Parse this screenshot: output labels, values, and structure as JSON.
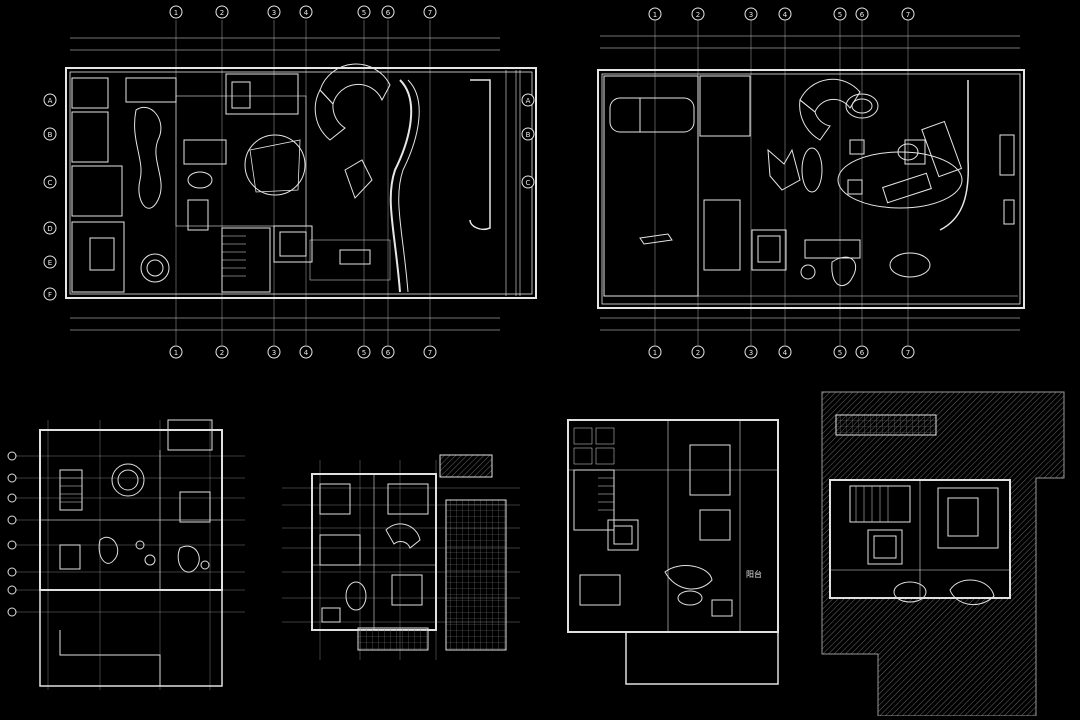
{
  "sheet": {
    "background": "#000000",
    "line_color": "#e8e8e8",
    "hatch_color": "#555555"
  },
  "plans": [
    {
      "id": "plan-a",
      "bubbles_top": [
        "1",
        "2",
        "3",
        "4",
        "5",
        "6",
        "7"
      ],
      "bubbles_bottom": [
        "1",
        "2",
        "3",
        "4",
        "5",
        "6",
        "7"
      ],
      "bubbles_left": [
        "A",
        "B",
        "C",
        "D",
        "E",
        "F"
      ],
      "bubbles_right": [
        "A",
        "B",
        "C"
      ]
    },
    {
      "id": "plan-b",
      "bubbles_top": [
        "1",
        "2",
        "3",
        "4",
        "5",
        "6",
        "7"
      ],
      "bubbles_bottom": [
        "1",
        "2",
        "3",
        "4",
        "5",
        "6",
        "7"
      ]
    },
    {
      "id": "plan-c"
    },
    {
      "id": "plan-d"
    },
    {
      "id": "plan-e",
      "room_label": "阳台"
    },
    {
      "id": "plan-f"
    }
  ]
}
